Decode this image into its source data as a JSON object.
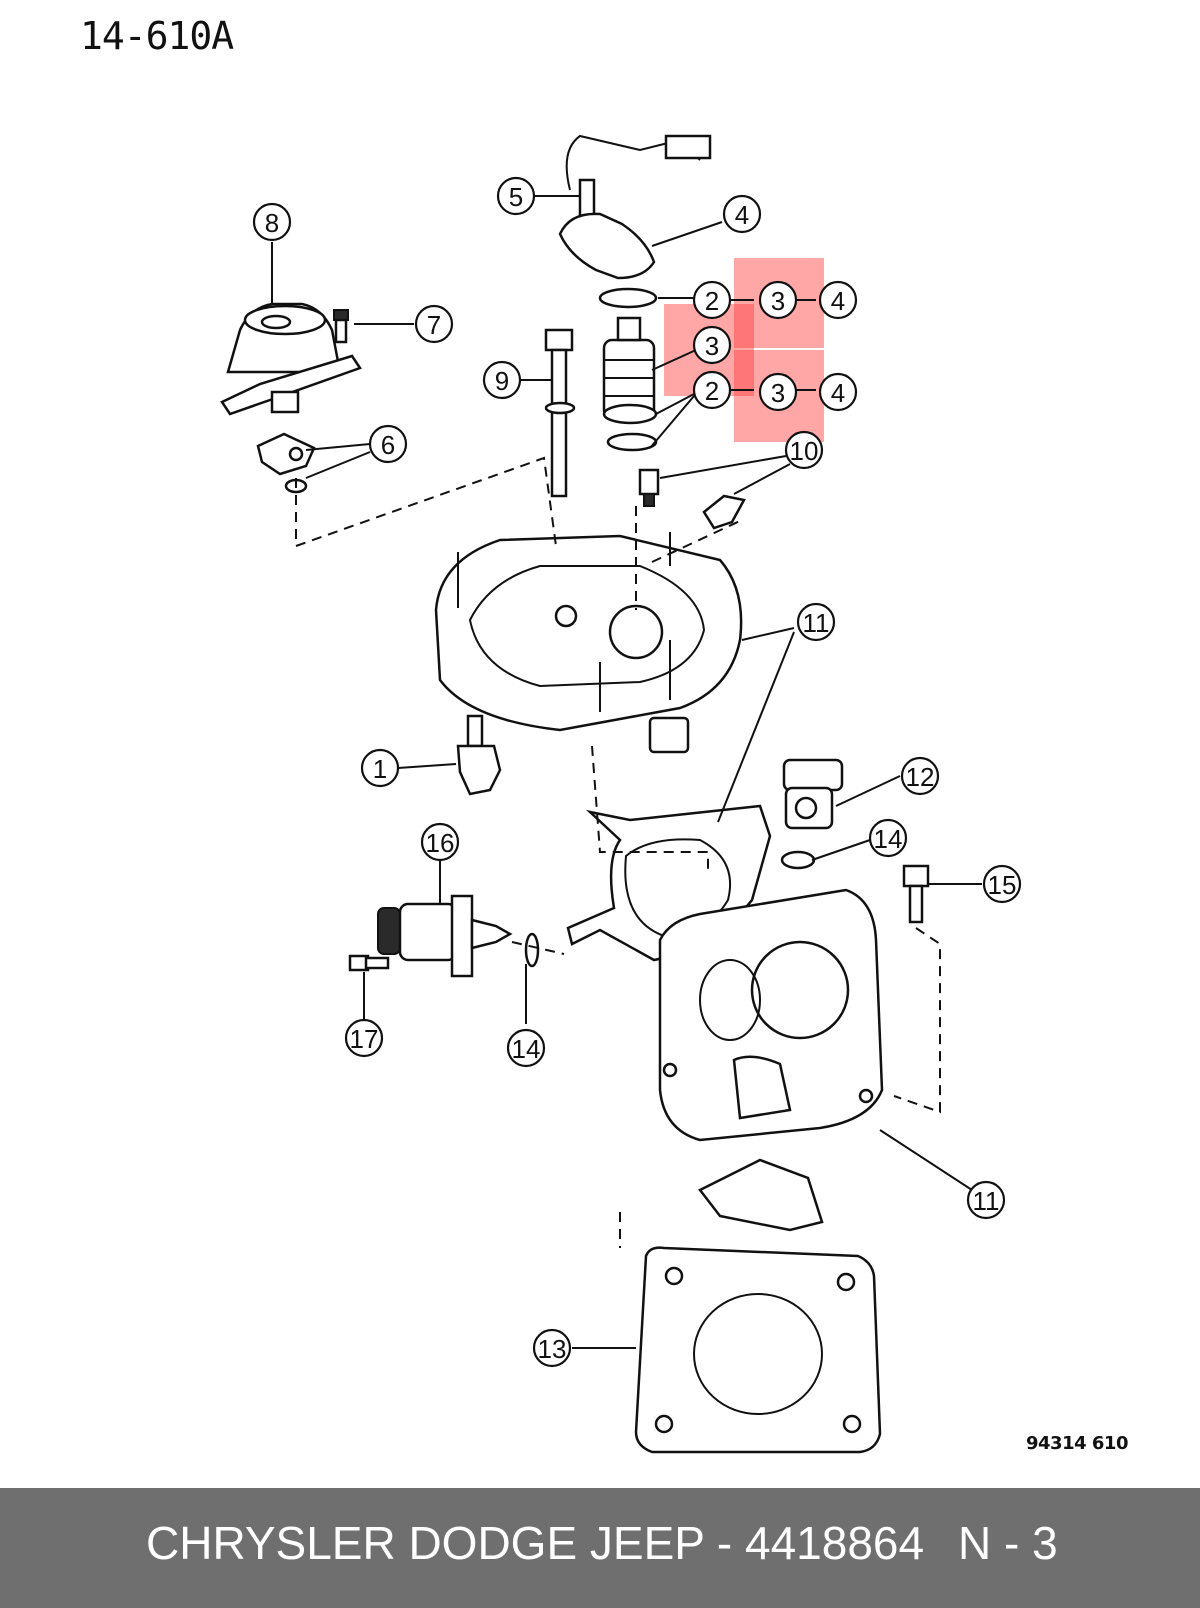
{
  "header": {
    "page_code": "14-610A"
  },
  "diagram": {
    "drawing_code": "94314 610",
    "callouts": [
      "8",
      "7",
      "6",
      "5",
      "4",
      "2",
      "3",
      "4",
      "3",
      "2",
      "3",
      "4",
      "9",
      "10",
      "11",
      "1",
      "12",
      "14",
      "15",
      "16",
      "17",
      "14",
      "11",
      "13"
    ],
    "highlight_color": "#ff3b3b"
  },
  "footer": {
    "text": "CHRYSLER DODGE JEEP - 4418864",
    "page": "N - 3",
    "background": "#6f6f6f"
  }
}
